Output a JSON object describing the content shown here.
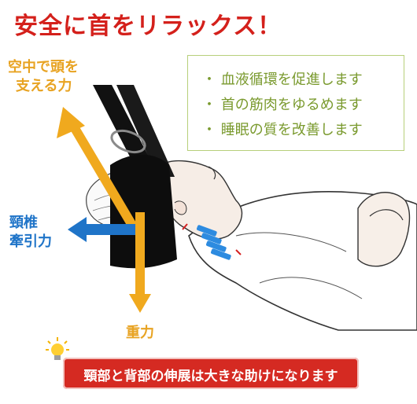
{
  "title": "安全に首をリラックス！",
  "benefits": [
    "・ 血液循環を促進します",
    "・ 首の筋肉をゆるめます",
    "・ 睡眠の質を改善します"
  ],
  "labels": {
    "support_line1": "空中で頭を",
    "support_line2": "支える力",
    "traction_line1": "頸椎",
    "traction_line2": "牽引力",
    "gravity": "重力"
  },
  "banner": "頸部と背部の伸展は大きな助けになります",
  "colors": {
    "title_red": "#d4201b",
    "benefit_green": "#7a9a2e",
    "arrow_orange": "#f0a91e",
    "arrow_blue": "#1f74c8",
    "banner_red": "#d52a22"
  },
  "icons": [
    "light-bulb-icon"
  ]
}
